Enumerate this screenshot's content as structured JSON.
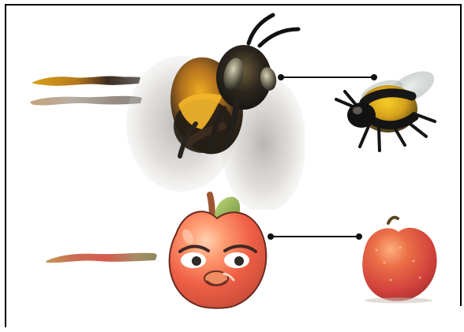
{
  "scene": {
    "rows": [
      {
        "cartoon": "cartoon-bee",
        "photo": "photo-bumblebee",
        "stroke_colors": [
          "#d79d1f",
          "#b9aa99"
        ]
      },
      {
        "cartoon": "cartoon-apple",
        "photo": "photo-red-apple",
        "stroke_colors": [
          "#c95c49",
          "#b7a35e"
        ]
      }
    ],
    "line_color": "#111111",
    "frame_color": "#000000"
  }
}
